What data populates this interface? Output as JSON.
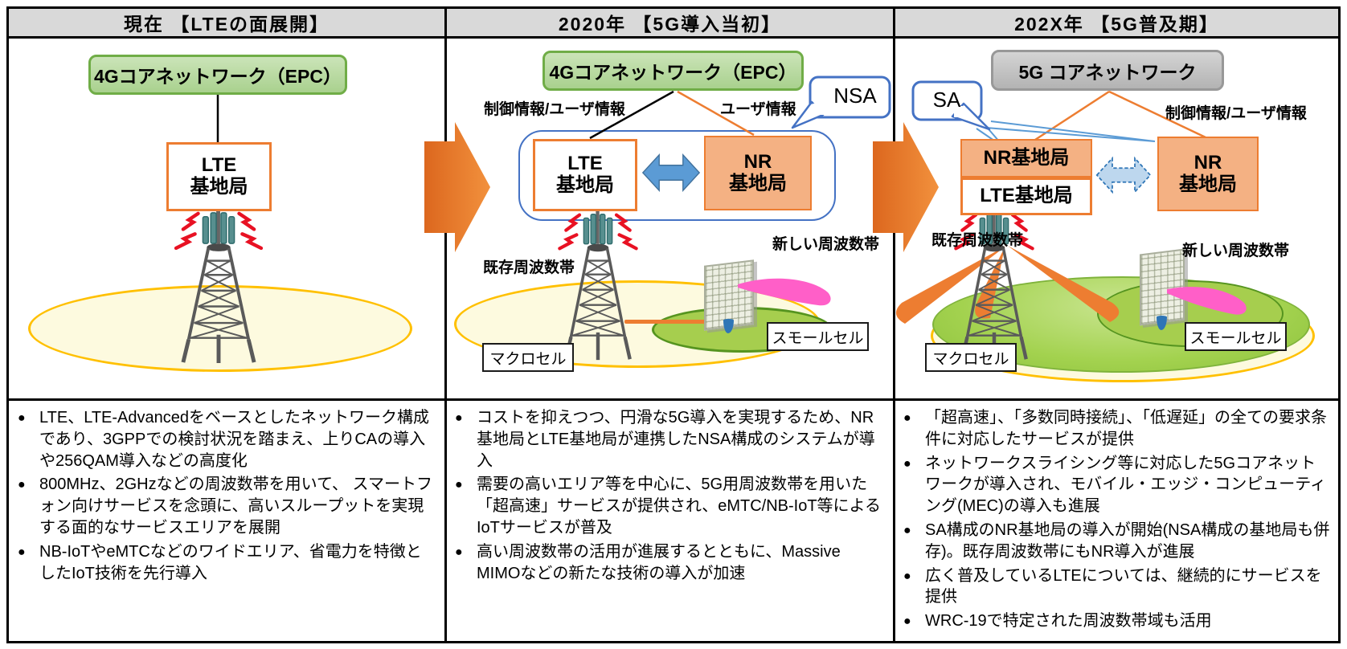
{
  "headers": {
    "col1": "現在 【LTEの面展開】",
    "col2": "2020年 【5G導入当初】",
    "col3": "202X年 【5G普及期】"
  },
  "panel1": {
    "core_network_label": "4Gコアネットワーク（EPC）",
    "lte_bs_line1": "LTE",
    "lte_bs_line2": "基地局",
    "bullets": [
      "LTE、LTE-Advancedをベースとしたネットワーク構成であり、3GPPでの検討状況を踏まえ、上りCAの導入や256QAM導入などの高度化",
      "800MHz、2GHzなどの周波数帯を用いて、 スマートフォン向けサービスを念頭に、高いスループットを実現する面的なサービスエリアを展開",
      "NB-IoTやeMTCなどのワイドエリア、省電力を特徴としたIoT技術を先行導入"
    ]
  },
  "panel2": {
    "core_network_label": "4Gコアネットワーク（EPC）",
    "control_user_info_label": "制御情報/ユーザ情報",
    "user_info_label": "ユーザ情報",
    "nsa_badge": "NSA",
    "lte_bs_line1": "LTE",
    "lte_bs_line2": "基地局",
    "nr_bs_line1": "NR",
    "nr_bs_line2": "基地局",
    "existing_band_label": "既存周波数帯",
    "new_band_label": "新しい周波数帯",
    "macro_cell_label": "マクロセル",
    "small_cell_label": "スモールセル",
    "bullets": [
      "コストを抑えつつ、円滑な5G導入を実現するため、NR基地局とLTE基地局が連携したNSA構成のシステムが導入",
      "需要の高いエリア等を中心に、5G用周波数帯を用いた「超高速」サービスが提供され、eMTC/NB-IoT等によるIoTサービスが普及",
      "高い周波数帯の活用が進展するとともに、Massive MIMOなどの新たな技術の導入が加速"
    ]
  },
  "panel3": {
    "core_network_label": "5G コアネットワーク",
    "sa_badge": "SA",
    "control_user_info_label": "制御情報/ユーザ情報",
    "nr_bs_stacked_label": "NR基地局",
    "lte_bs_stacked_label": "LTE基地局",
    "nr_bs_line1": "NR",
    "nr_bs_line2": "基地局",
    "existing_band_label": "既存周波数帯",
    "new_band_label": "新しい周波数帯",
    "macro_cell_label": "マクロセル",
    "small_cell_label": "スモールセル",
    "bullets": [
      "「超高速」、「多数同時接続」、「低遅延」の全ての要求条件に対応したサービスが提供",
      "ネットワークスライシング等に対応した5Gコアネットワークが導入され、モバイル・エッジ・コンピューティング(MEC)の導入も進展",
      "SA構成のNR基地局の導入が開始(NSA構成の基地局も併存)。既存周波数帯にもNR導入が進展",
      "広く普及しているLTEについては、継続的にサービスを提供",
      "WRC-19で特定された周波数帯域も活用"
    ]
  },
  "colors": {
    "header_bg": "#D9D9D9",
    "core_4g_fill": "#A9D18E",
    "core_4g_border": "#70AD47",
    "core_5g_fill": "#BFBFBF",
    "bs_border_orange": "#ED7D31",
    "nr_fill": "#F4B183",
    "callout_blue": "#4472C4",
    "arrow_blue": "#5B9BD5",
    "dashed_arrow_fill": "#BDD7EE",
    "macro_cell_fill": "#FDFADF",
    "macro_cell_border": "#FFC000",
    "small_cell_green": "#A6CE4E",
    "coverage_green": "#9CCB44",
    "beam_orange": "#ED7D31",
    "beam_pink": "#FF5FC8",
    "transition_arrow_orange": "#ED7D31"
  }
}
